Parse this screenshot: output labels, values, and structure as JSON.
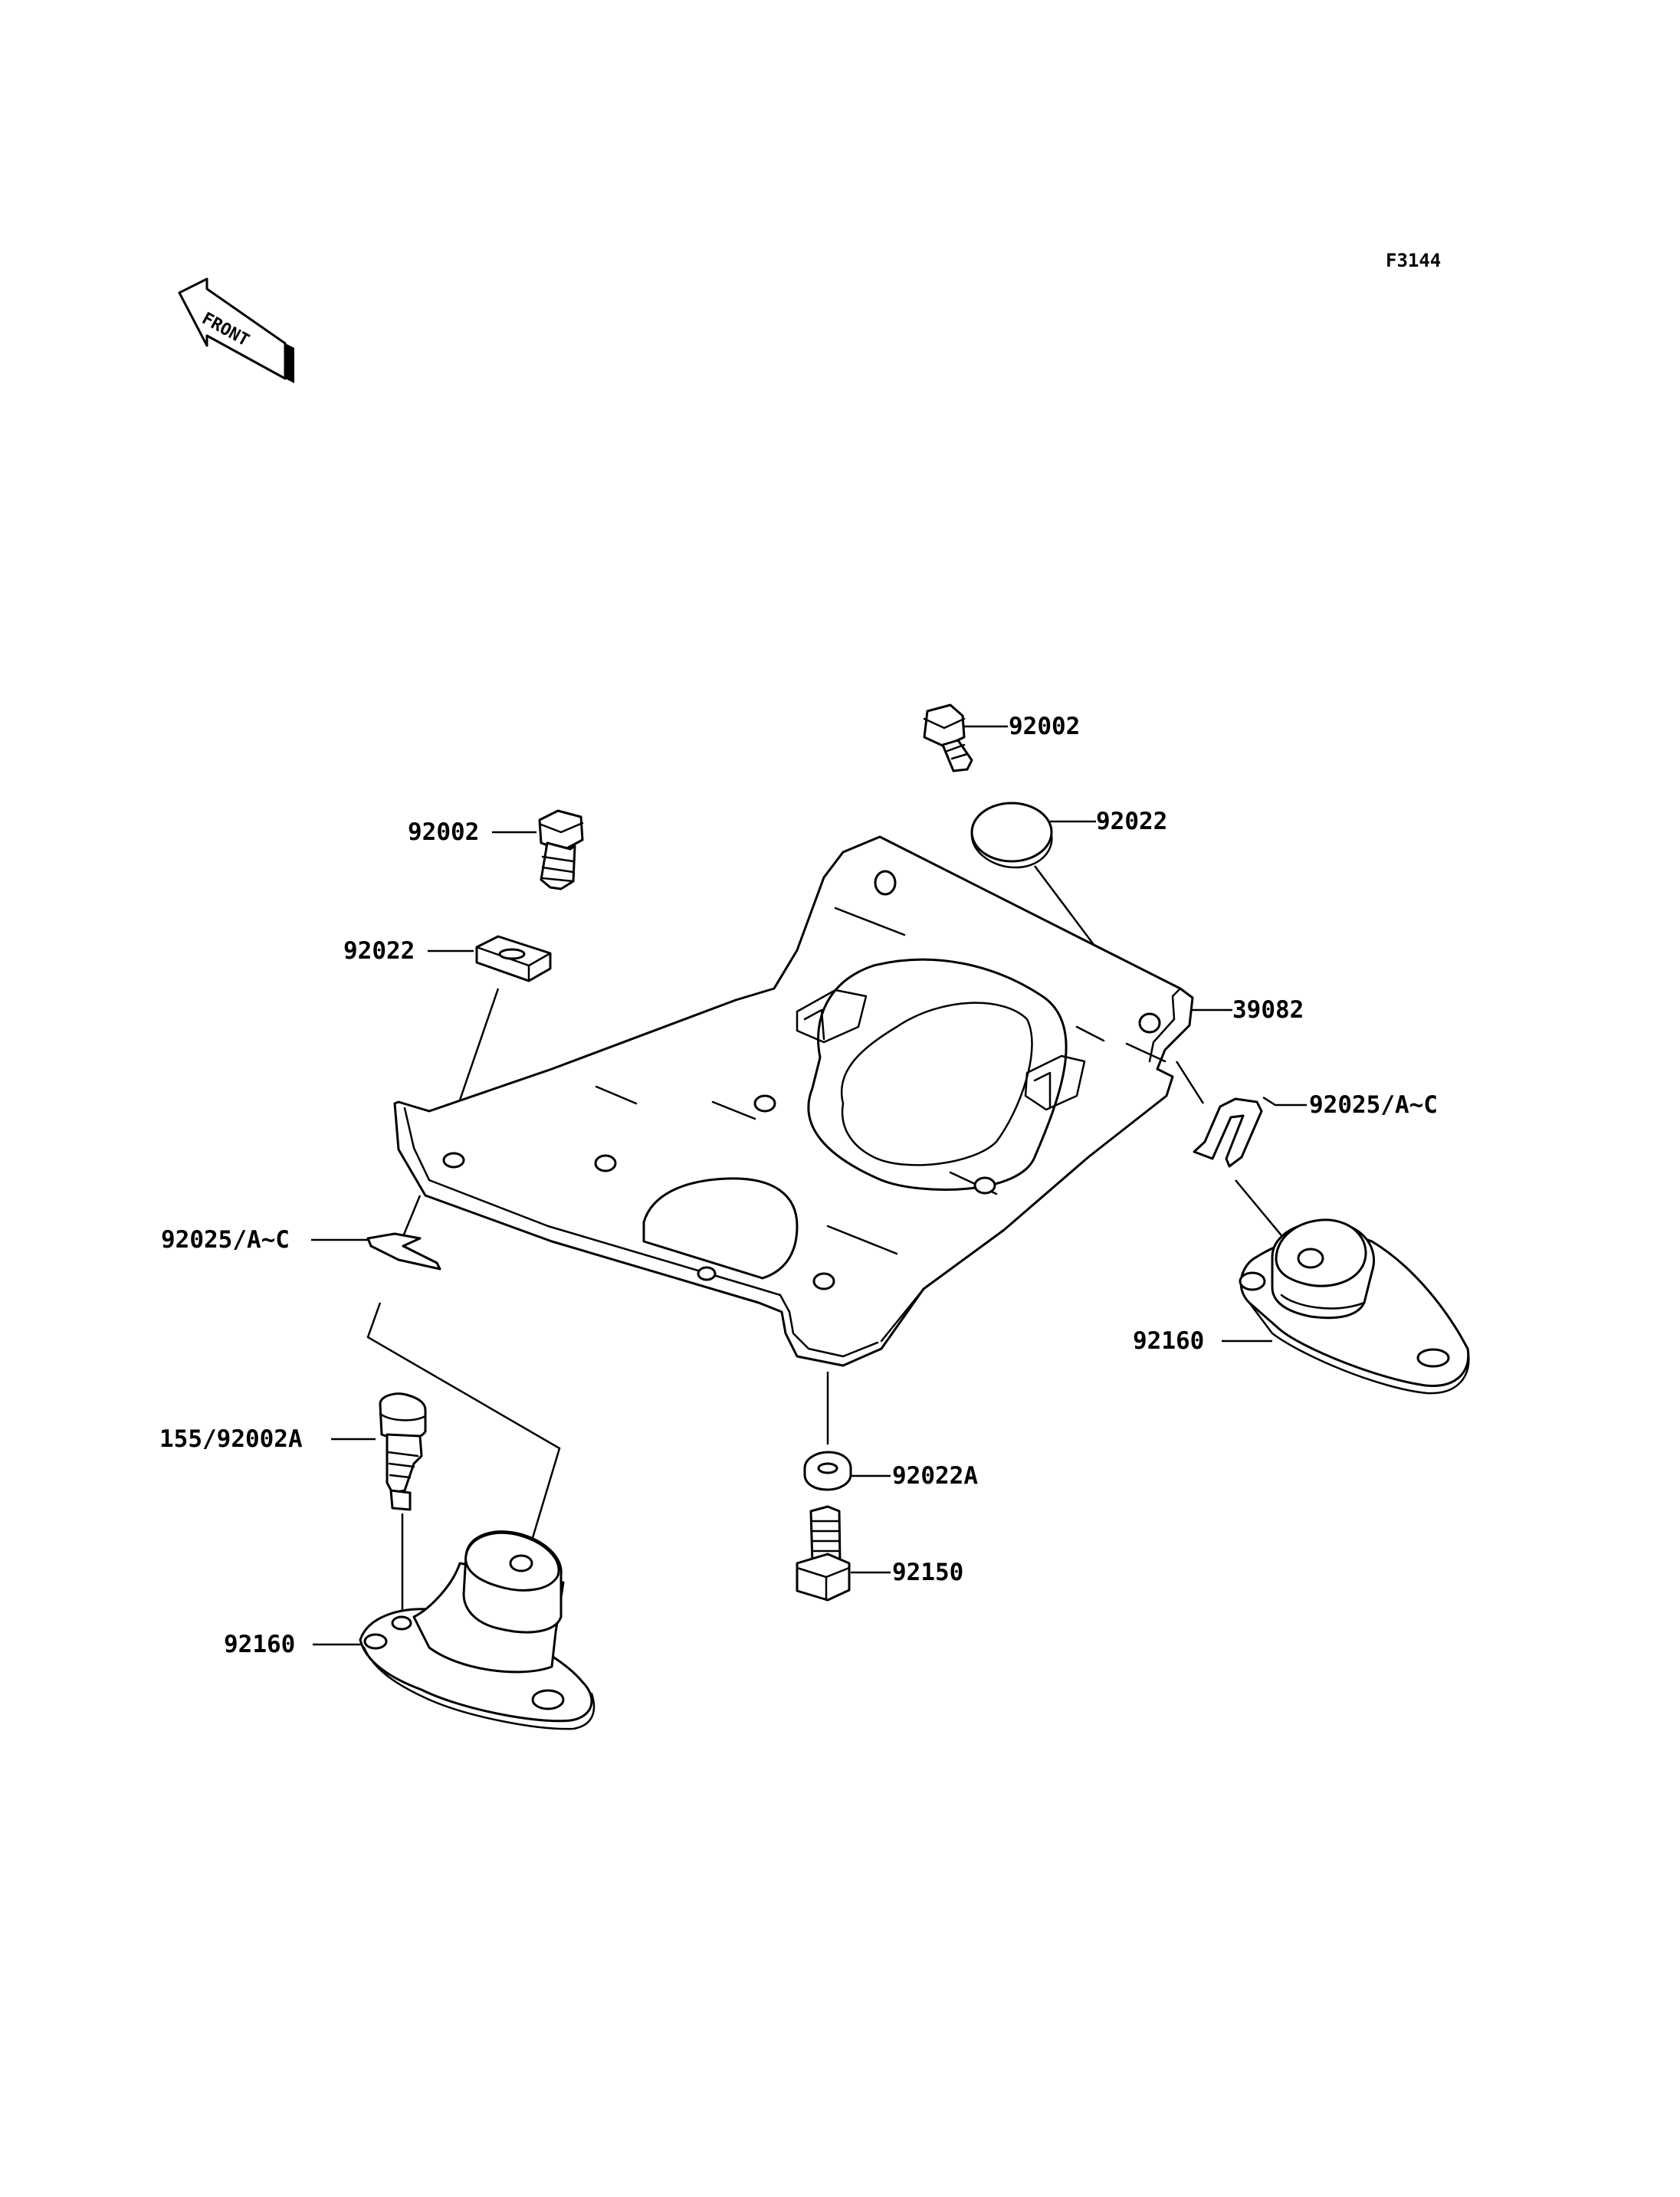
{
  "figure_id": "F3144",
  "front_label": "FRONT",
  "parts": {
    "bolt_top_right": "92002",
    "bolt_top_left": "92002",
    "rubber_top_right": "92022",
    "rubber_top_left": "92022",
    "bracket": "39082",
    "clip_right": "92025/A~C",
    "clip_left": "92025/A~C",
    "mount_right": "92160",
    "mount_left": "92160",
    "bolt_mount_left": "155/92002A",
    "washer_bottom": "92022A",
    "bolt_bottom": "92150"
  }
}
